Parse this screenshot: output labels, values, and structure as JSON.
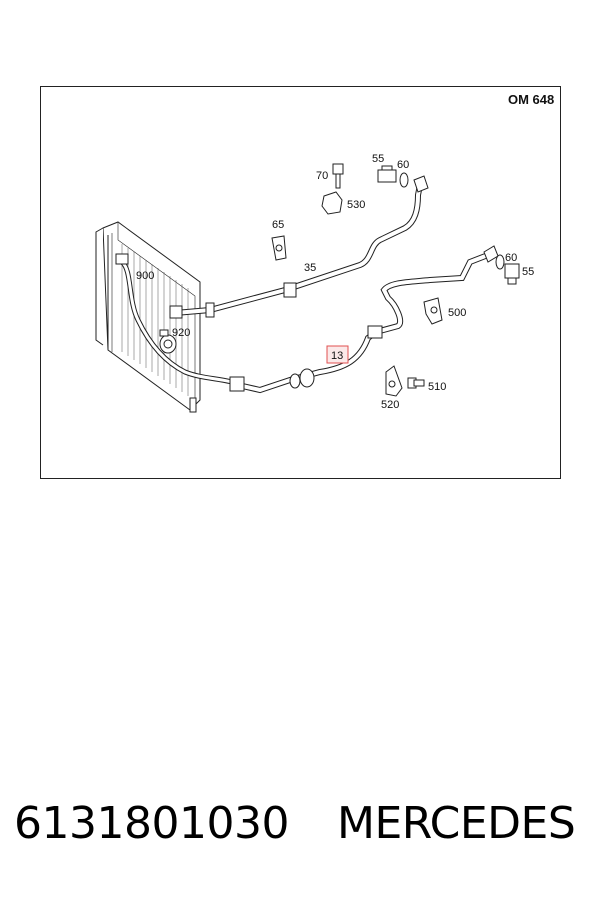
{
  "diagram": {
    "engine_code": "OM 648",
    "highlight_color": "#e05050",
    "part_labels": {
      "p13": "13",
      "p35": "35",
      "p55a": "55",
      "p55b": "55",
      "p60a": "60",
      "p60b": "60",
      "p65": "65",
      "p70": "70",
      "p500": "500",
      "p510": "510",
      "p520": "520",
      "p530": "530",
      "p900": "900",
      "p920": "920"
    }
  },
  "caption": {
    "part_number": "6131801030",
    "brand": "MERCEDES"
  }
}
